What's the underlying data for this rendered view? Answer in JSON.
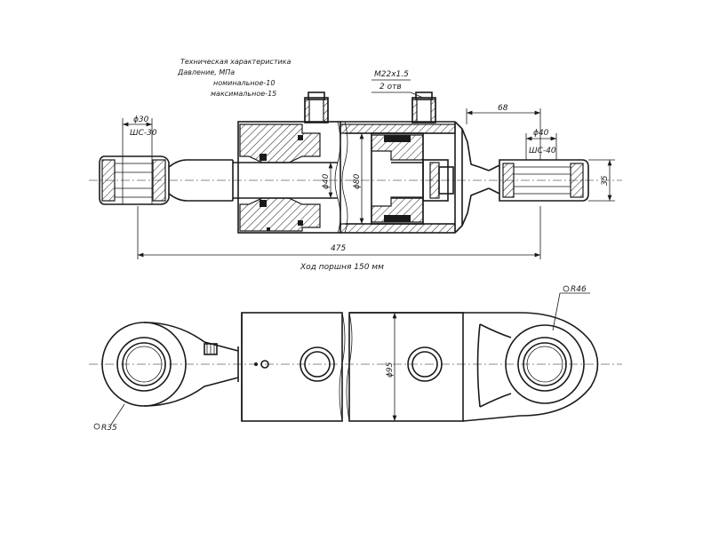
{
  "notes": {
    "line1": "Техническая характеристика",
    "line2": "Давление, МПа",
    "line3": "номинальное-10",
    "line4": "максимальное-15"
  },
  "thread": {
    "size": "M22x1.5",
    "count": "2 отв"
  },
  "dims": {
    "left_eye_dia": "ϕ30",
    "left_bearing": "ШС-30",
    "right_eye_dia": "ϕ40",
    "right_bearing": "ШС-40",
    "rod_dia": "ϕ40",
    "bore_dia": "ϕ80",
    "offset": "68",
    "eye_width": "35",
    "total_length": "475",
    "stroke": "Ход поршня 150 мм",
    "outer_dia": "ϕ95",
    "left_radius": "R35",
    "right_radius": "R46"
  }
}
